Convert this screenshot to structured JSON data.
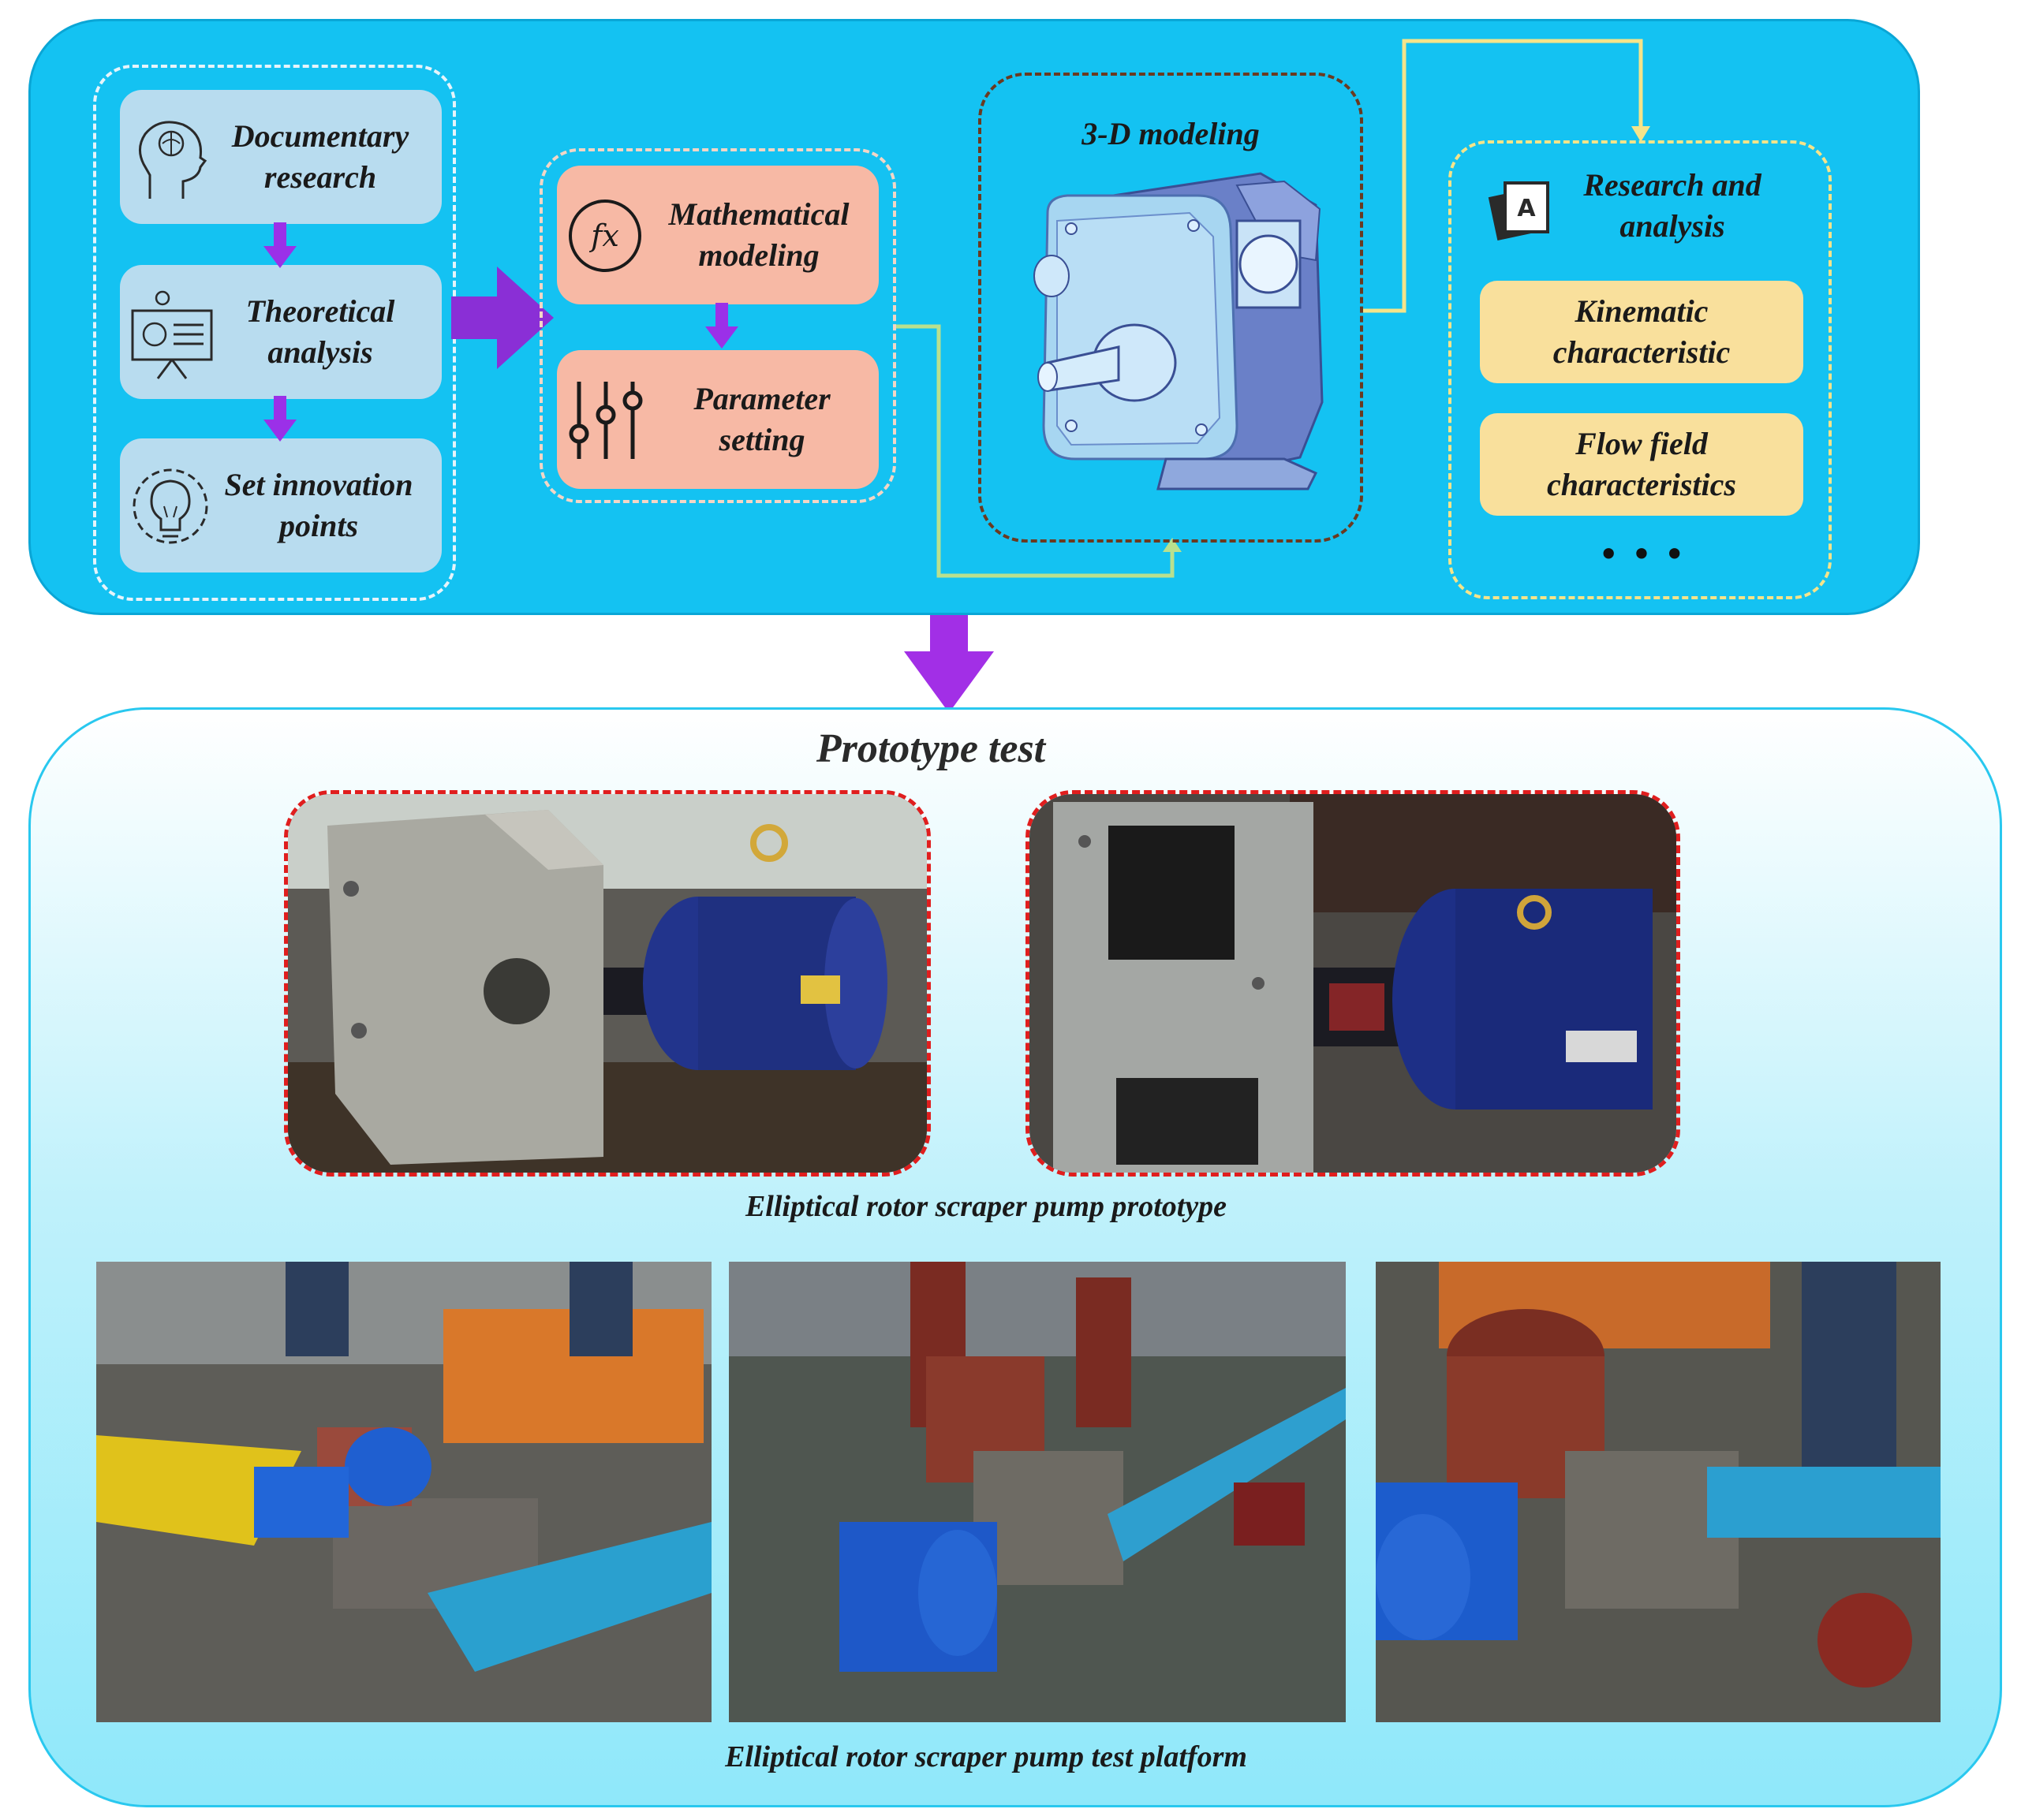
{
  "top": {
    "group_a": {
      "documentary_research": [
        "Documentary",
        "research"
      ],
      "theoretical_analysis": [
        "Theoretical",
        "analysis"
      ],
      "set_innovation_points": [
        "Set innovation",
        "points"
      ]
    },
    "group_b": {
      "mathematical_modeling": [
        "Mathematical",
        "modeling"
      ],
      "parameter_setting": [
        "Parameter",
        "setting"
      ]
    },
    "modeling_3d": "3-D modeling",
    "research": {
      "title": [
        "Research and",
        "analysis"
      ],
      "kinematic": [
        "Kinematic",
        "characteristic"
      ],
      "flow_field": [
        "Flow field",
        "characteristics"
      ],
      "more": "• • •"
    }
  },
  "bottom": {
    "title": "Prototype test",
    "prototype_caption": "Elliptical rotor scraper pump prototype",
    "platform_caption": "Elliptical rotor scraper pump test platform"
  },
  "colors": {
    "panel_blue": "#14c2f2",
    "arrow_purple": "#9b30e8",
    "box_blue": "#b8dcef",
    "box_salmon": "#f7b9a5",
    "box_yellow": "#f9e09c",
    "pump_blue": "#9fd4ee",
    "motor_blue": "#1c2f8a"
  },
  "icons": [
    "brain-head-icon",
    "presentation-board-icon",
    "lightbulb-gear-icon",
    "function-fx-icon",
    "sliders-icon",
    "document-stack-icon"
  ]
}
